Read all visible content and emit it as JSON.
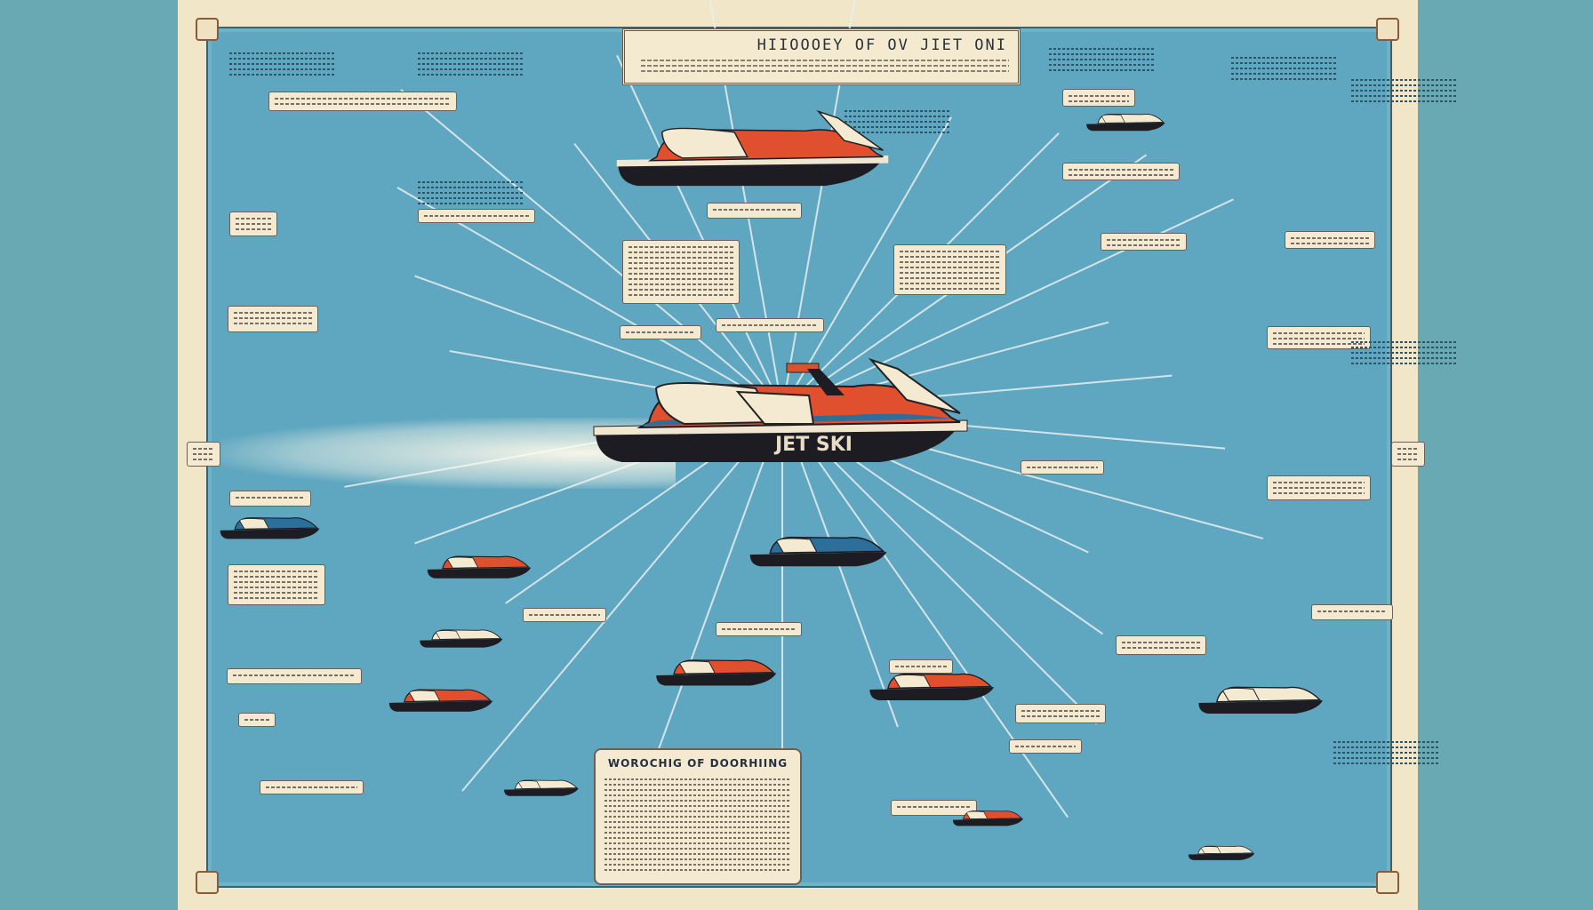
{
  "poster": {
    "title": "HIIOOOEY OF OV JIET ONI",
    "main_craft_label": "JET SKI",
    "bottom_panel_title": "WOROCHIG OF DOORHIING",
    "colors": {
      "background": "#69a9b4",
      "paper": "#f2e6c8",
      "panel": "#5fa7c0",
      "accent_red": "#e0502e",
      "hull": "#1c1c22",
      "seat": "#f4ead2"
    }
  }
}
